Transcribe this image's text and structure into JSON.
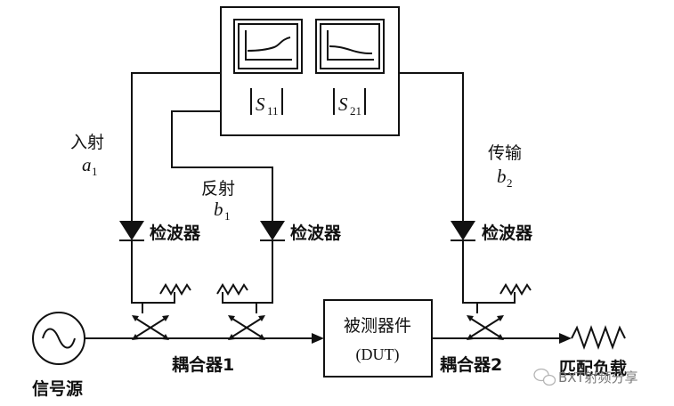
{
  "labels": {
    "incident": "入射",
    "incident_var": "a",
    "incident_sub": "1",
    "reflected": "反射",
    "reflected_var": "b",
    "reflected_sub": "1",
    "transmitted": "传输",
    "transmitted_var": "b",
    "transmitted_sub": "2",
    "detector_1": "检波器",
    "detector_2": "检波器",
    "detector_3": "检波器",
    "dut_line1": "被测器件",
    "dut_line2": "(DUT)",
    "coupler_1": "耦合器1",
    "coupler_2": "耦合器2",
    "matched_load": "匹配负载",
    "signal_source": "信号源"
  },
  "display": {
    "s11_var": "S",
    "s11_sub": "11",
    "s21_var": "S",
    "s21_sub": "21"
  },
  "watermark": {
    "text": "BXT射频分享",
    "icon": "wechat-icon"
  }
}
